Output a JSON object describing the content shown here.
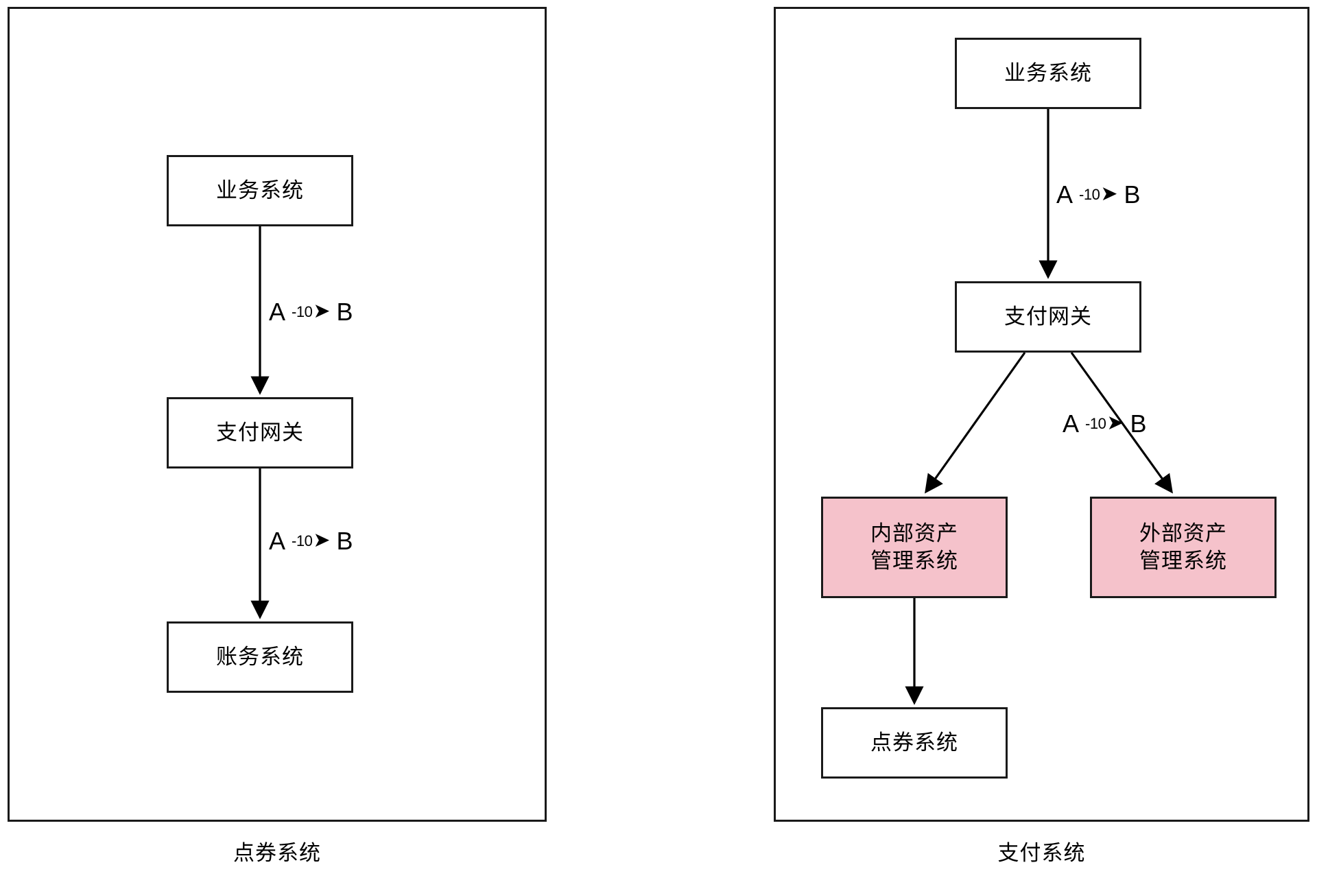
{
  "diagram": {
    "title_hidden": "",
    "edge_label": {
      "from": "A",
      "amount": "-10",
      "arrow": "arrow-right-glyph",
      "to": "B"
    },
    "colors": {
      "stroke": "#1a1a1a",
      "node_fill": "#ffffff",
      "highlight_fill": "#f5c2cb",
      "text": "#000000",
      "background": "#ffffff"
    },
    "panels": [
      {
        "id": "point-coupon-system",
        "caption": "点券系统",
        "nodes": [
          {
            "id": "l-business",
            "label": "业务系统",
            "highlighted": false
          },
          {
            "id": "l-payment-gateway",
            "label": "支付网关",
            "highlighted": false
          },
          {
            "id": "l-accounting",
            "label": "账务系统",
            "highlighted": false
          }
        ],
        "edges": [
          {
            "from": "l-business",
            "to": "l-payment-gateway",
            "label": "A -10➤ B"
          },
          {
            "from": "l-payment-gateway",
            "to": "l-accounting",
            "label": "A -10➤ B"
          }
        ]
      },
      {
        "id": "payment-system",
        "caption": "支付系统",
        "nodes": [
          {
            "id": "r-business",
            "label": "业务系统",
            "highlighted": false
          },
          {
            "id": "r-payment-gateway",
            "label": "支付网关",
            "highlighted": false
          },
          {
            "id": "r-internal-asset",
            "label": "内部资产\n管理系统",
            "highlighted": true
          },
          {
            "id": "r-external-asset",
            "label": "外部资产\n管理系统",
            "highlighted": true
          },
          {
            "id": "r-point-coupon",
            "label": "点券系统",
            "highlighted": false
          }
        ],
        "edges": [
          {
            "from": "r-business",
            "to": "r-payment-gateway",
            "label": "A -10➤ B"
          },
          {
            "from": "r-payment-gateway",
            "to": "r-internal-asset",
            "label": ""
          },
          {
            "from": "r-payment-gateway",
            "to": "r-external-asset",
            "label": "A -10➤ B"
          },
          {
            "from": "r-internal-asset",
            "to": "r-point-coupon",
            "label": ""
          }
        ]
      }
    ]
  }
}
